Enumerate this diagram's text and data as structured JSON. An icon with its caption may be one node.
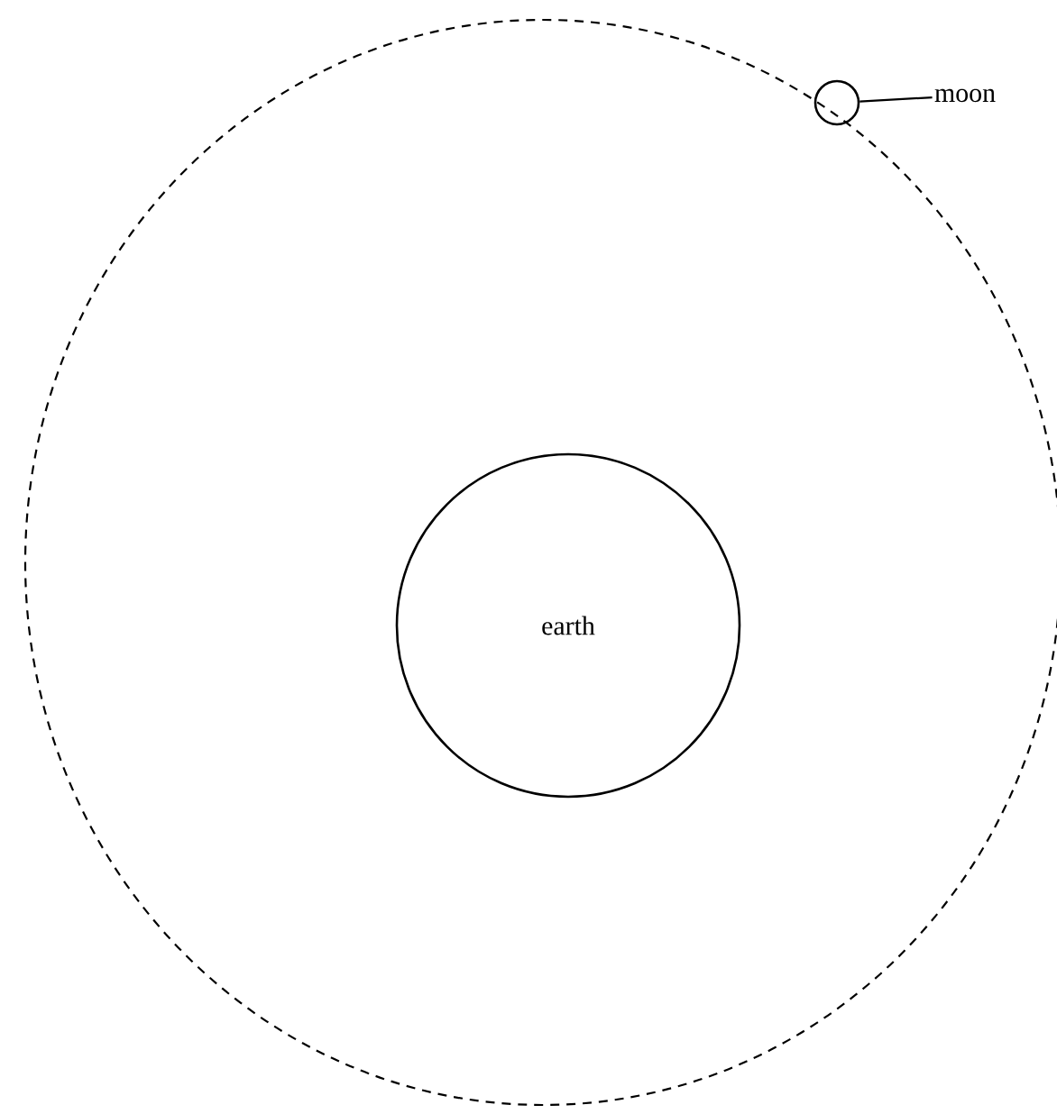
{
  "diagram": {
    "nodes": [
      {
        "text": [
          "earth"
        ]
      },
      {
        "text": [
          "moon"
        ]
      },
      {
        "text": [],
        "shape": "circle"
      }
    ],
    "edges": [
      {
        "from": 1,
        "to": 2,
        "arrow": "none"
      }
    ]
  }
}
